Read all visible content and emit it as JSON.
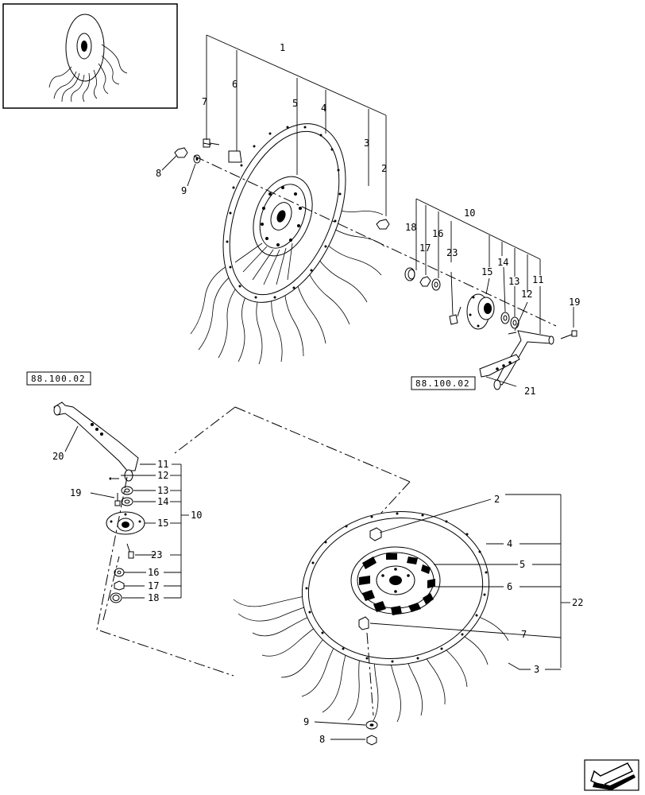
{
  "figure": {
    "title": "",
    "references": {
      "top": "88.100.02",
      "left": "88.100.02"
    },
    "upper_assembly": {
      "group_numbers": [
        "1",
        "10"
      ],
      "callouts": [
        "7",
        "6",
        "5",
        "4",
        "3",
        "2",
        "8",
        "9",
        "18",
        "17",
        "16",
        "23",
        "15",
        "14",
        "13",
        "12",
        "11",
        "19",
        "21"
      ]
    },
    "left_assembly": {
      "callouts": [
        "20",
        "11",
        "12",
        "13",
        "14",
        "15",
        "19",
        "23",
        "16",
        "17",
        "18",
        "10"
      ]
    },
    "lower_assembly": {
      "callouts": [
        "2",
        "4",
        "5",
        "6",
        "7",
        "3",
        "22",
        "9",
        "8"
      ]
    },
    "icons": {
      "thumbnail": "rake-wheel-thumbnail-icon",
      "nav": "navigate-back-arrow-icon"
    }
  }
}
